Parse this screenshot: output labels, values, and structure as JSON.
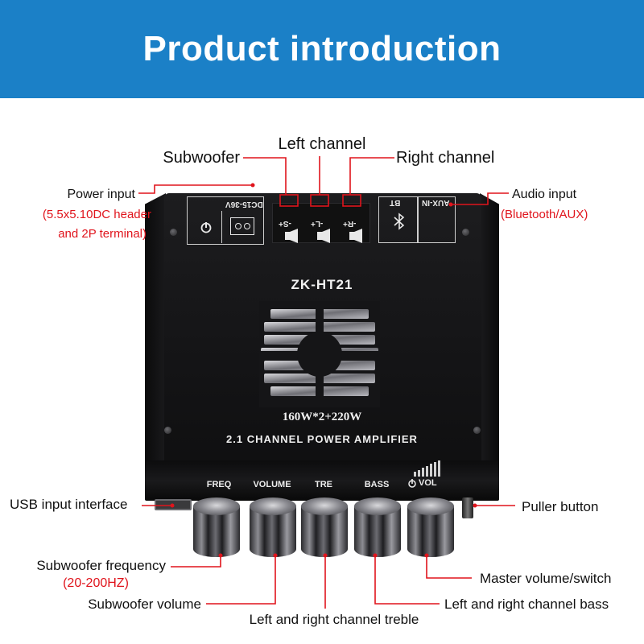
{
  "header": {
    "title": "Product introduction"
  },
  "device": {
    "model": "ZK-HT21",
    "power_rating": "160W*2+220W",
    "description": "2.1 CHANNEL POWER AMPLIFIER",
    "dc_label": "DC15-36V",
    "bt_label": "BT",
    "aux_label": "AUX-IN",
    "terminal_s": "-S+",
    "terminal_l": "-L+",
    "terminal_r": "-R+",
    "knob_labels": {
      "freq": "FREQ",
      "volume": "VOLUME",
      "tre": "TRE",
      "bass": "BASS",
      "vol": "VOL"
    }
  },
  "callouts": {
    "left_channel": "Left channel",
    "subwoofer": "Subwoofer",
    "right_channel": "Right channel",
    "power_input": "Power input",
    "power_input_detail_1": "(5.5x5.10DC header",
    "power_input_detail_2": "and 2P terminal)",
    "audio_input": "Audio input",
    "audio_input_detail": "(Bluetooth/AUX)",
    "usb_input": "USB input interface",
    "puller_button": "Puller button",
    "subwoofer_frequency": "Subwoofer frequency",
    "subwoofer_frequency_range": "(20-200HZ)",
    "master_volume": "Master volume/switch",
    "subwoofer_volume": "Subwoofer volume",
    "lr_bass": "Left and right channel bass",
    "lr_treble": "Left and right channel treble"
  },
  "colors": {
    "banner": "#1b80c7",
    "callout_line": "#e0141c",
    "accent_text": "#e0141c"
  }
}
